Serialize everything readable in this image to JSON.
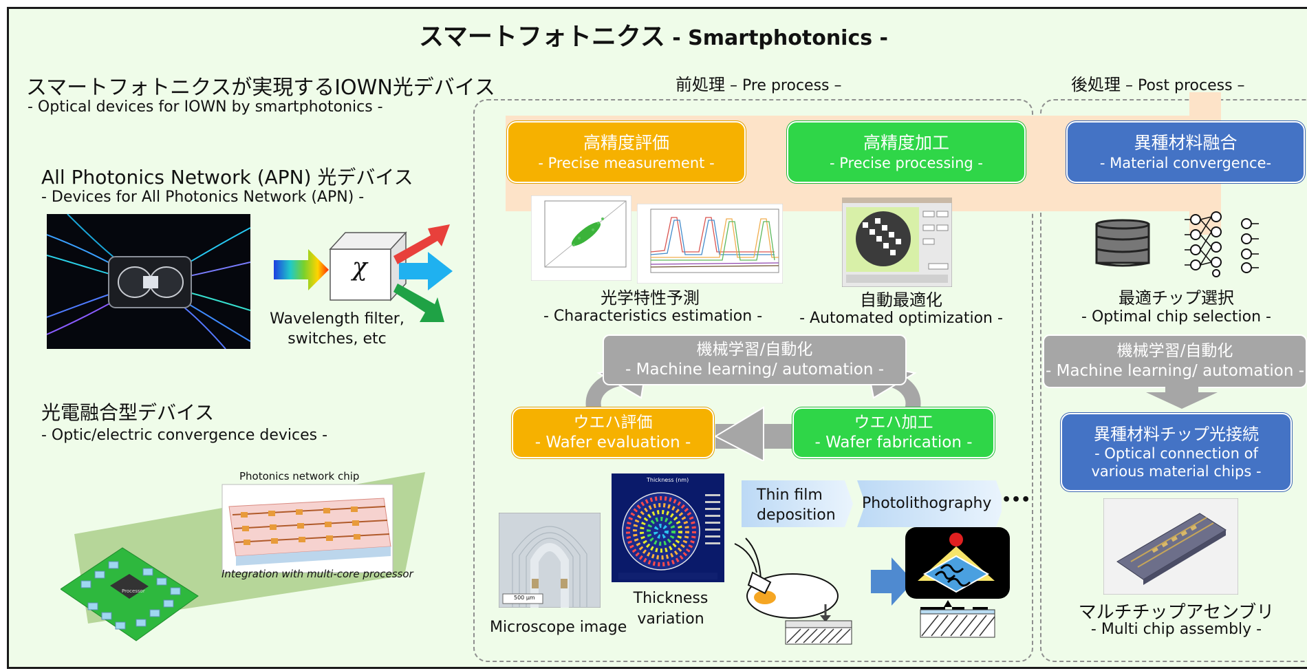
{
  "title": {
    "jp": "スマートフォトニクス",
    "en": " - Smartphotonics -"
  },
  "left": {
    "heading_jp": "スマートフォトニクスが実現するIOWN光デバイス",
    "heading_en": "- Optical devices for IOWN by smartphotonics -",
    "apn_jp": "All Photonics Network (APN) 光デバイス",
    "apn_en": "- Devices for All Photonics Network (APN) -",
    "chi_symbol": "χ",
    "filter_line1": "Wavelength filter,",
    "filter_line2": "switches, etc",
    "oe_jp": "光電融合型デバイス",
    "oe_en": "- Optic/electric convergence devices -",
    "chip_label": "Photonics network chip",
    "integration_label": "Integration with multi-core processor",
    "processor_label": "Processor"
  },
  "pre": {
    "header_jp": "前処理",
    "header_en": " – Pre process –",
    "measure_jp": "高精度評価",
    "measure_en": "- Precise measurement -",
    "process_jp": "高精度加工",
    "process_en": "- Precise processing -",
    "char_jp": "光学特性予測",
    "char_en": "- Characteristics estimation -",
    "auto_jp": "自動最適化",
    "auto_en": "- Automated optimization -",
    "ml_jp": "機械学習/自動化",
    "ml_en": "- Machine learning/ automation -",
    "wafer_eval_jp": "ウエハ評価",
    "wafer_eval_en": "- Wafer evaluation -",
    "wafer_fab_jp": "ウエハ加工",
    "wafer_fab_en": "- Wafer fabrication -",
    "thin_film_1": "Thin film",
    "thin_film_2": "deposition",
    "photolith": "Photolithography",
    "dots": "•••",
    "microscope": "Microscope image",
    "thickness_1": "Thickness",
    "thickness_2": "variation",
    "thickness_map_title": "Thickness (nm)",
    "scale_bar": "500 μm"
  },
  "post": {
    "header_jp": "後処理",
    "header_en": " – Post process –",
    "material_jp": "異種材料融合",
    "material_en": "- Material convergence-",
    "chip_sel_jp": "最適チップ選択",
    "chip_sel_en": "- Optimal chip selection -",
    "ml_jp": "機械学習/自動化",
    "ml_en": "- Machine learning/ automation -",
    "conn_jp": "異種材料チップ光接続",
    "conn_en1": "- Optical connection of",
    "conn_en2": "various material chips -",
    "mca_jp": "マルチチップアセンブリ",
    "mca_en": "- Multi chip assembly -"
  },
  "colors": {
    "background": "#effce9",
    "yellow": "#f6b100",
    "green": "#2fd648",
    "blue": "#4473c5",
    "gray": "#a6a6a6",
    "arrow_peach": "#fde3c8"
  }
}
